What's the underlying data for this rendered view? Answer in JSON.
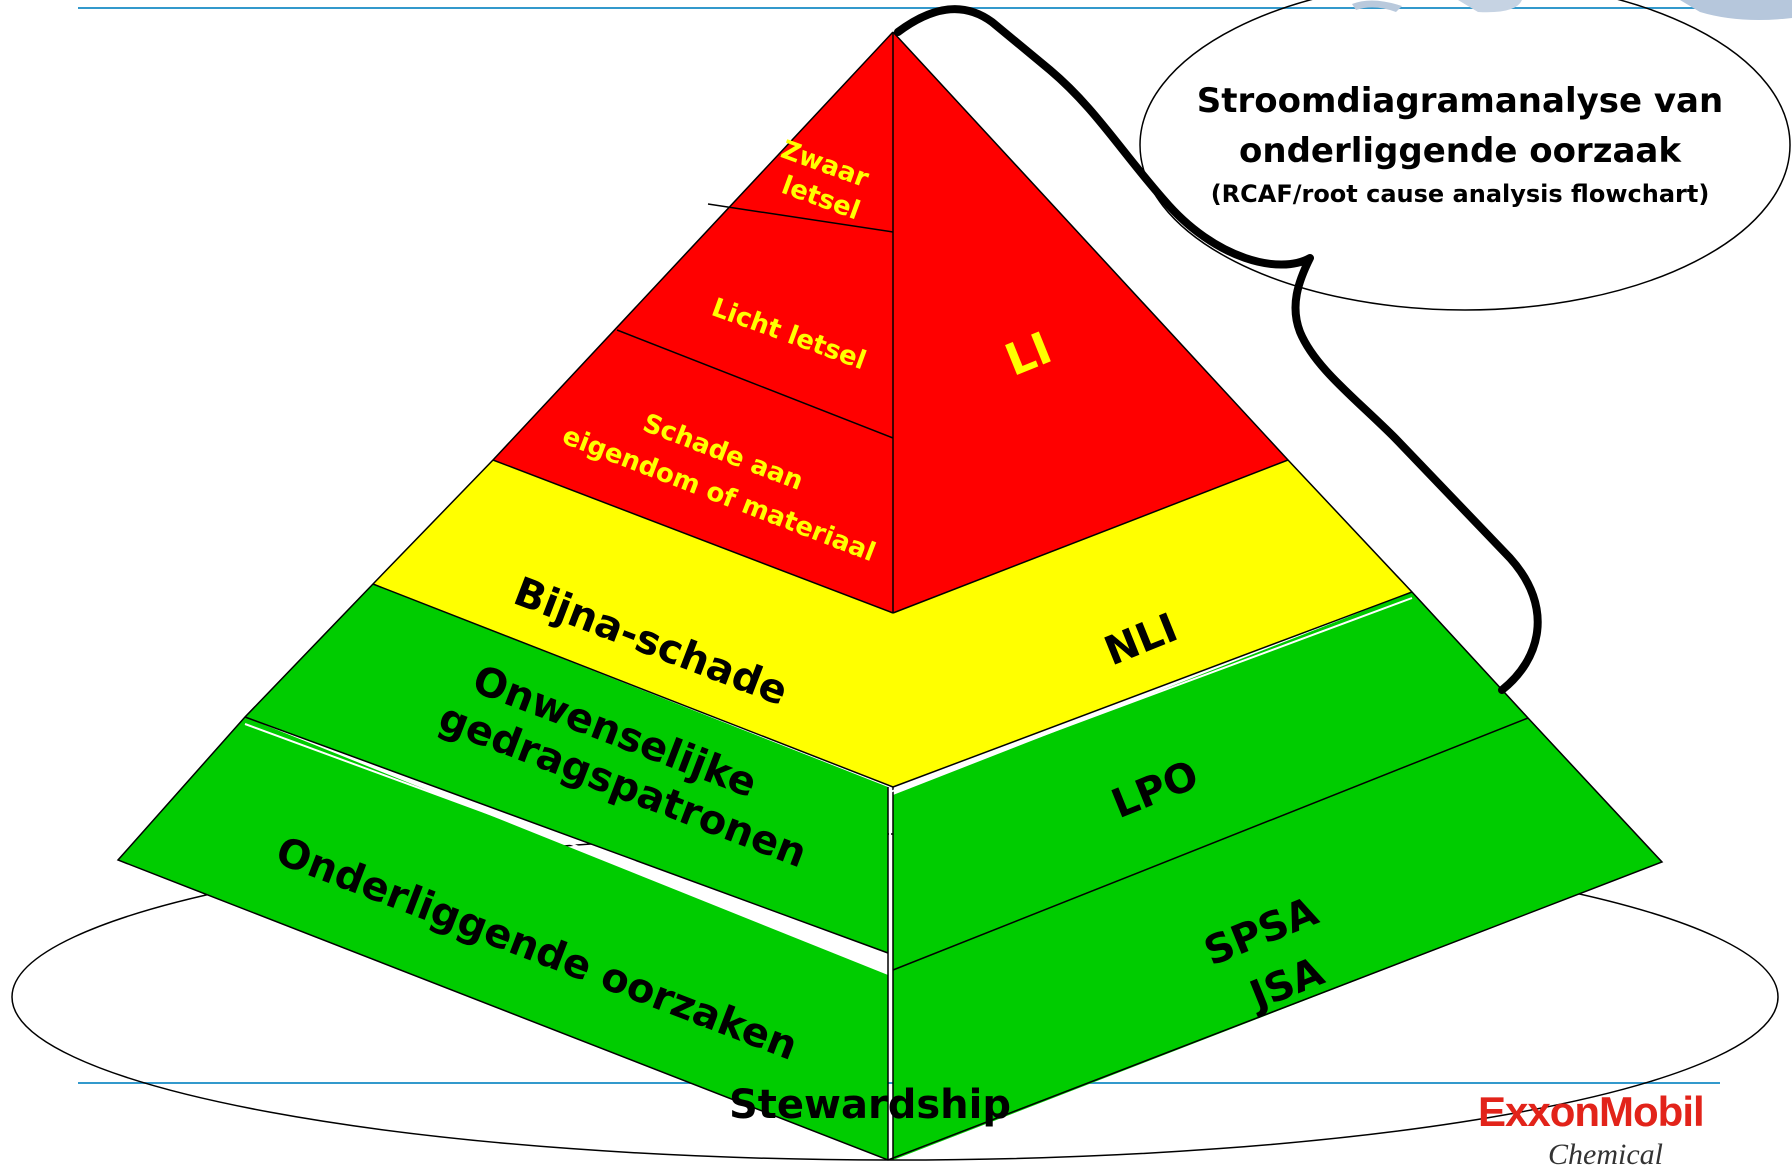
{
  "colors": {
    "red": "#ff0000",
    "yellow": "#ffff00",
    "green": "#00cc00",
    "rule": "#3399cc",
    "brand": "#e2231a"
  },
  "pyramid": {
    "left_face": {
      "tier1": [
        "Zwaar",
        "letsel"
      ],
      "tier2": "Licht letsel",
      "tier3": [
        "Schade aan",
        "eigendom of materiaal"
      ],
      "tier4": "Bijna-schade",
      "tier5": [
        "Onwenselijke",
        "gedragspatronen"
      ],
      "tier6": "Onderliggende oorzaken"
    },
    "right_face": {
      "red": "LI",
      "yellow": "NLI",
      "green_upper": "LPO",
      "green_lower": [
        "SPSA",
        "JSA"
      ]
    },
    "base_label": "Stewardship"
  },
  "callout": {
    "line1": "Stroomdiagramanalyse van",
    "line2": "onderliggende oorzaak",
    "line3": "(RCAF/root cause analysis flowchart)"
  },
  "logo": {
    "text": "ExxonMobil",
    "subtitle": "Chemical"
  }
}
